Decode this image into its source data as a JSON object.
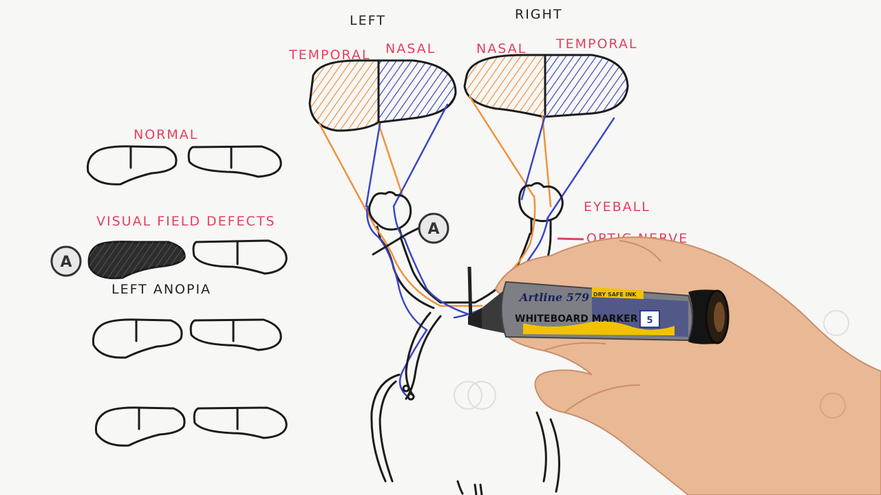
{
  "eyes": {
    "left": {
      "title": "LEFT",
      "temporal": "TEMPORAL",
      "nasal": "NASAL"
    },
    "right": {
      "title": "RIGHT",
      "nasal": "NASAL",
      "temporal": "TEMPORAL"
    }
  },
  "fields": {
    "normal_label": "NORMAL",
    "defects_label": "VISUAL FIELD DEFECTS",
    "defect_a_letter": "A",
    "defect_a_name": "LEFT ANOPIA"
  },
  "annotations": {
    "lesion_letter": "A",
    "eyeball": "EYEBALL",
    "optic_nerve": "OPTIC NERVE"
  },
  "marker": {
    "brand": "Artline 579",
    "text": "WHITEBOARD MARKER",
    "tip_size": "5",
    "tag": "DRY SAFE INK"
  },
  "colors": {
    "temporal_field": "#f0913a",
    "nasal_field": "#3a46c4",
    "label_red": "#e2405e",
    "outline": "#1b1b1b"
  }
}
